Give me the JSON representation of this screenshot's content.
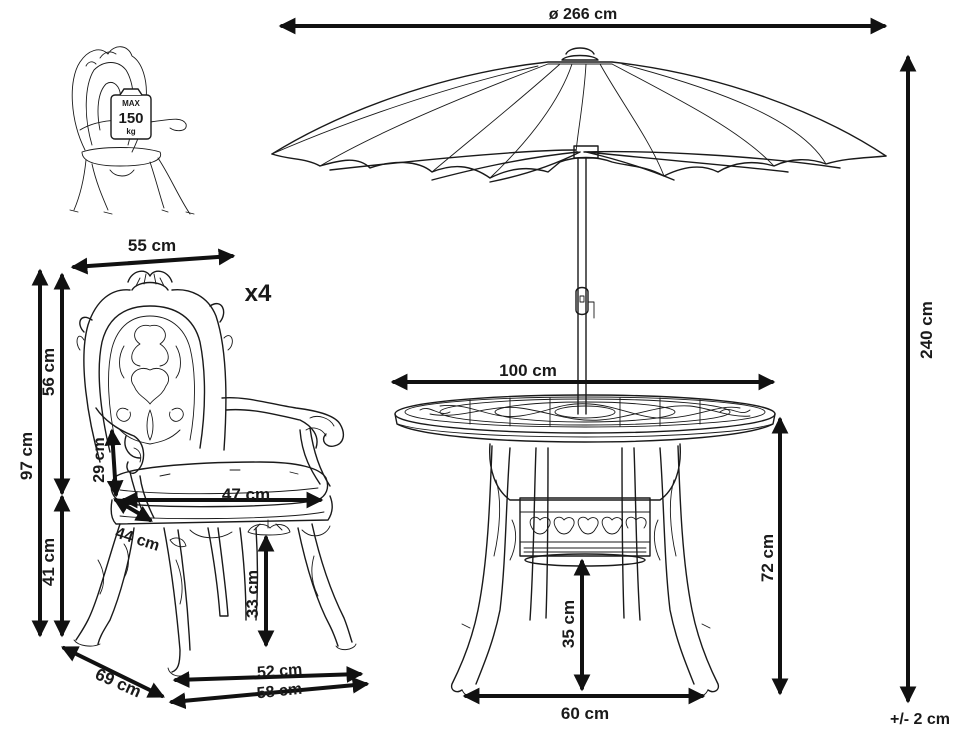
{
  "badge": {
    "max": "MAX",
    "value": "150",
    "unit": "kg"
  },
  "quantity": "x4",
  "dims": {
    "umbrella_diameter": "ø 266 cm",
    "umbrella_height": "240 cm",
    "table_diameter": "100 cm",
    "table_height": "72 cm",
    "table_base_width": "60 cm",
    "table_base_height": "35 cm",
    "chair_width": "55 cm",
    "chair_back_height": "56 cm",
    "chair_total_height": "97 cm",
    "chair_armrest_height": "29 cm",
    "chair_seat_width": "47 cm",
    "chair_seat_depth": "44 cm",
    "chair_seat_height": "41 cm",
    "chair_leg_height": "33 cm",
    "chair_inner_base": "52 cm",
    "chair_outer_base": "58 cm",
    "chair_depth": "69 cm",
    "tolerance": "+/- 2 cm"
  }
}
